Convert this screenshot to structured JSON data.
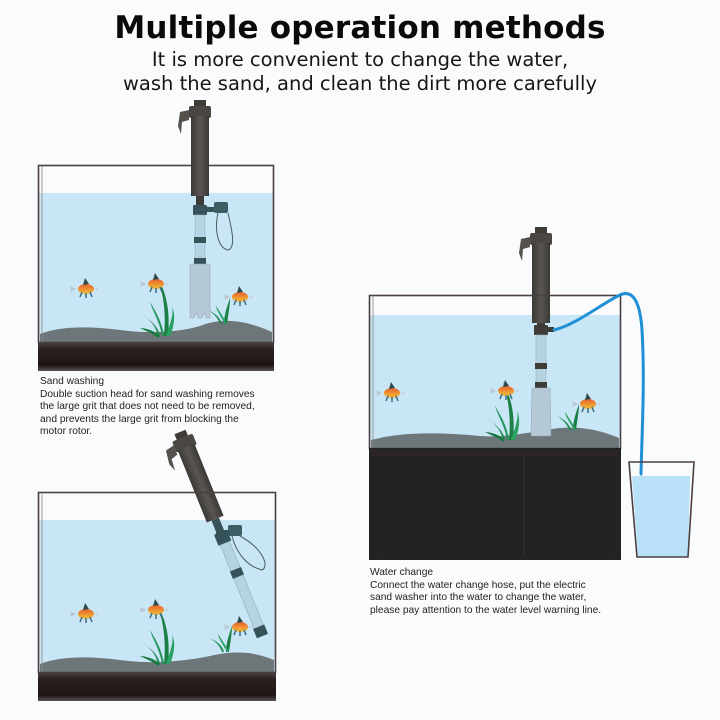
{
  "header": {
    "title": "Multiple operation methods",
    "subtitle_line1": "It is more convenient to change the water,",
    "subtitle_line2": "wash the sand, and clean the dirt more carefully"
  },
  "panels": [
    {
      "id": "sand-washing",
      "caption_title": "Sand washing",
      "caption_lines": [
        "Double suction head for sand washing removes",
        "the large grit that does not need to be removed,",
        "and prevents the large grit from blocking the",
        "motor rotor."
      ]
    },
    {
      "id": "angled-cleaning",
      "caption_title": "",
      "caption_lines": []
    },
    {
      "id": "water-change",
      "caption_title": "Water change",
      "caption_lines": [
        "Connect the water change hose, put the electric",
        "sand washer into the water to change the water,",
        "please pay attention to the water level warning line."
      ]
    }
  ],
  "colors": {
    "water": "#c9e6f6",
    "tank_frame": "#4a4040",
    "tank_base": "#231a1a",
    "sand": "#6c7578",
    "plant": "#1f8a4c",
    "fish": "#e87a2a",
    "device_body": "#4a4844",
    "hose": "#1f8fd6",
    "cabinet": "#222222"
  }
}
